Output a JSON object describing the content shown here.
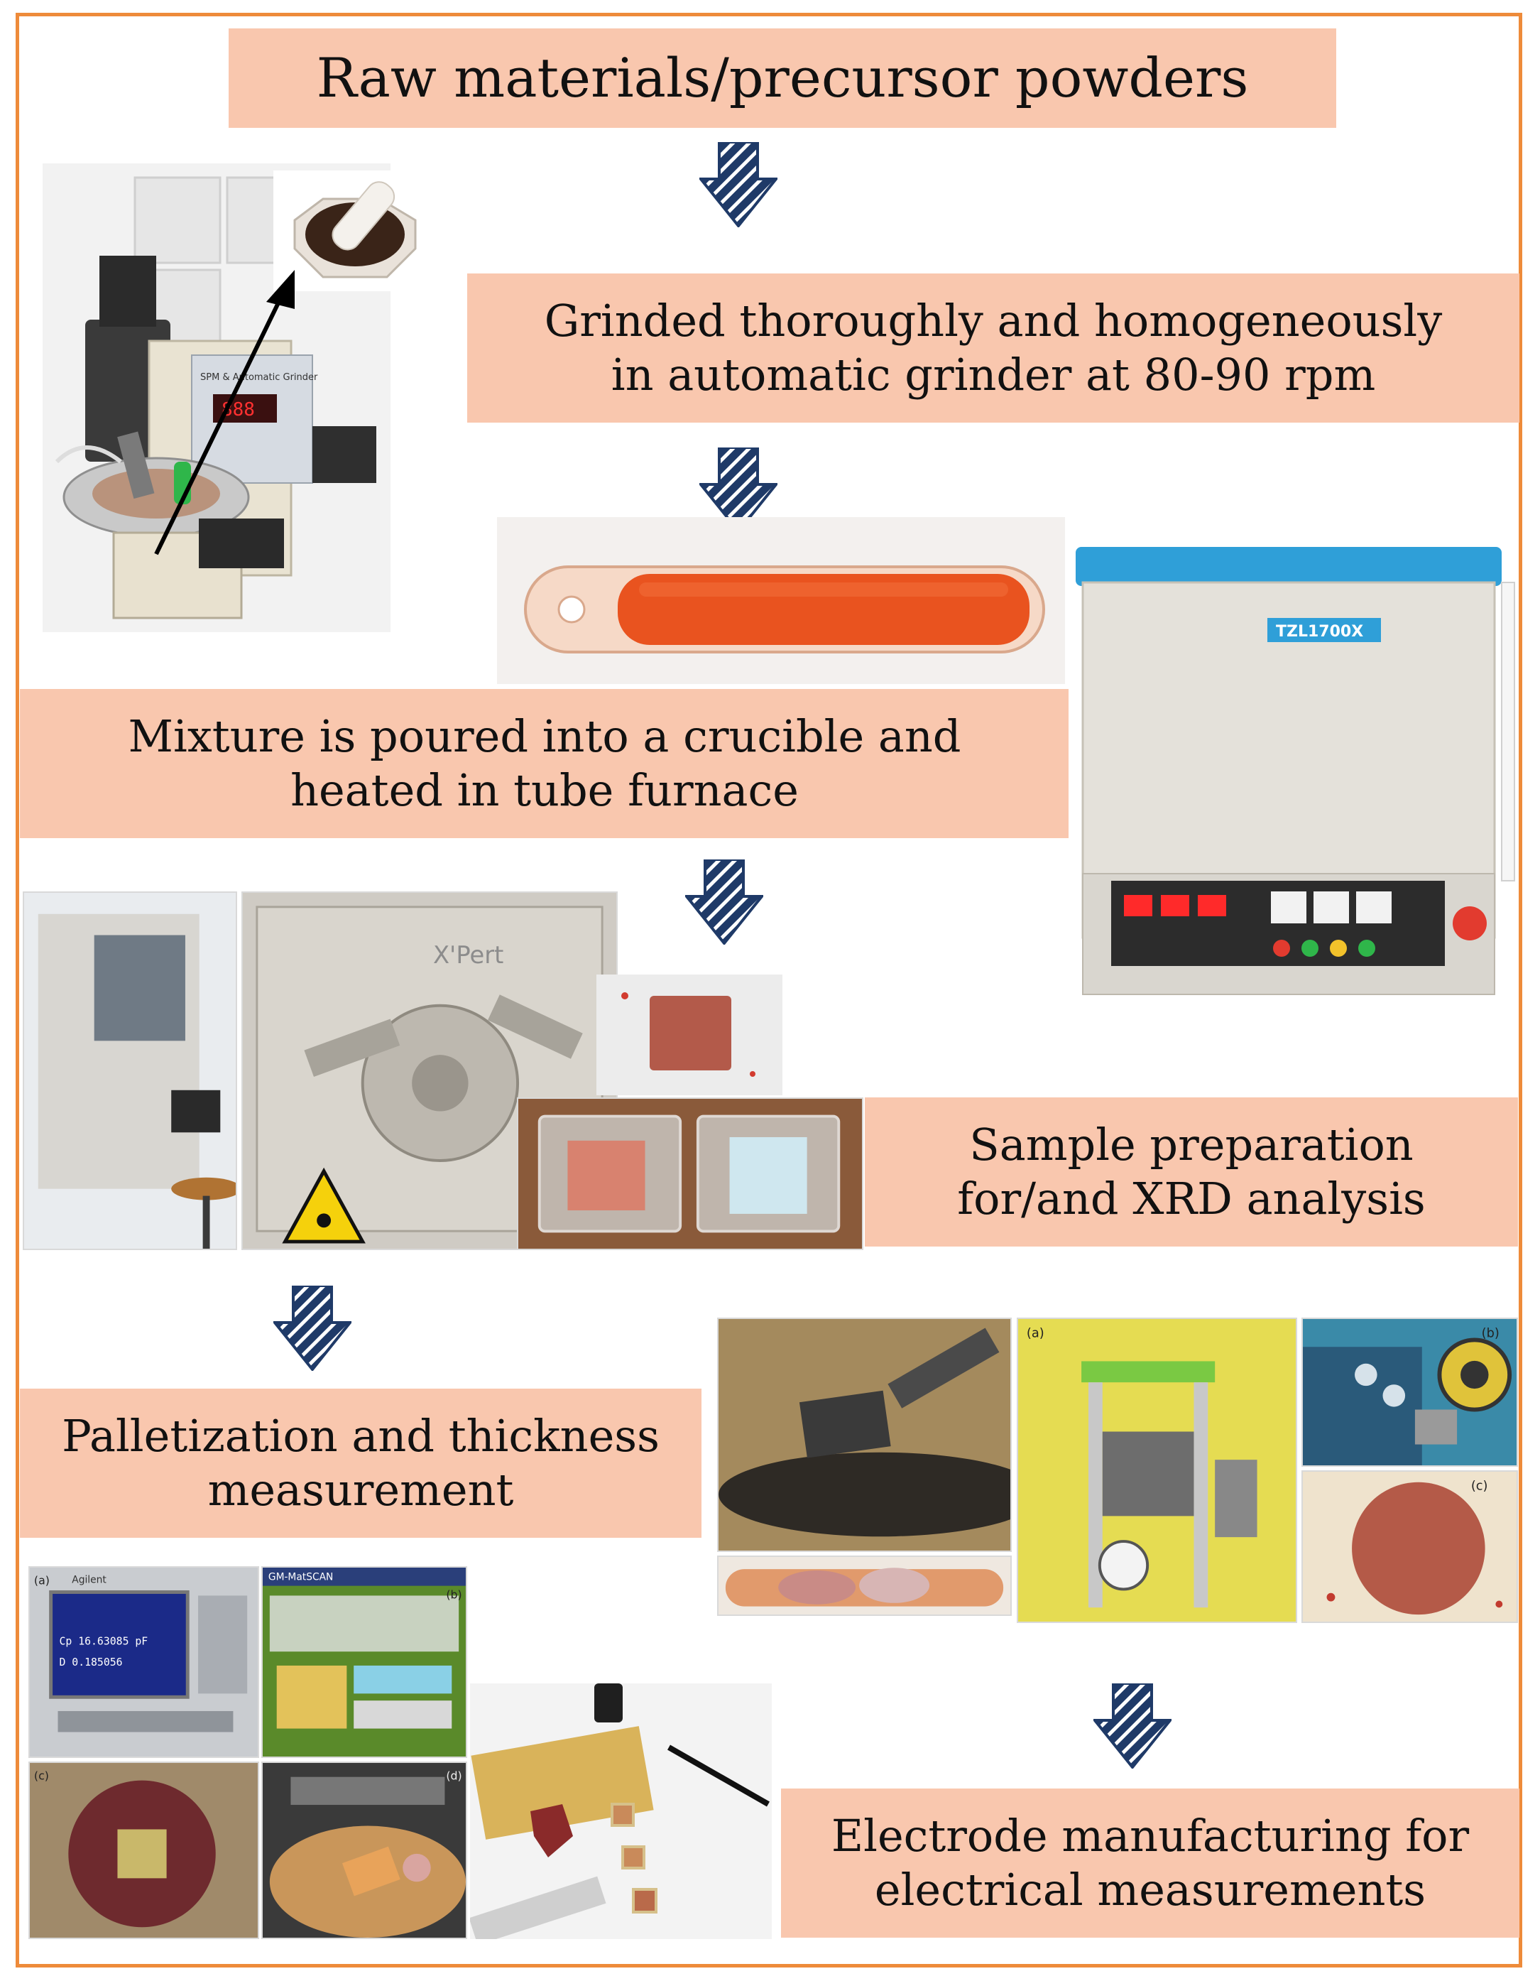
{
  "colors": {
    "frame_border": "#ee8b3a",
    "step_box_fill": "#f9c7ae",
    "arrow_fill": "#1f3a68",
    "text": "#111111"
  },
  "steps": [
    {
      "id": "raw-materials",
      "lines": [
        "Raw materials/precursor powders"
      ]
    },
    {
      "id": "grinding",
      "lines": [
        "Grinded thoroughly and  homogeneously",
        "in automatic grinder at 80-90 rpm"
      ]
    },
    {
      "id": "heating",
      "lines": [
        "Mixture is poured into a crucible and",
        "heated in tube furnace"
      ]
    },
    {
      "id": "xrd",
      "lines": [
        "Sample preparation",
        "for/and XRD analysis"
      ]
    },
    {
      "id": "pelletization",
      "lines": [
        "Palletization and thickness",
        "measurement"
      ]
    },
    {
      "id": "electrode",
      "lines": [
        "Electrode manufacturing for",
        "electrical measurements"
      ]
    }
  ],
  "photo_labels": {
    "grinder_device": "SPM & Automatic Grinder",
    "furnace_model": "TZL1700X",
    "xrd_brand": "X'Pert",
    "meter_brand": "Agilent",
    "meter_cp": "Cp   16.63085 pF",
    "meter_d": "D    0.185056",
    "software_title": "GM-MatSCAN",
    "panels_top": [
      "(a)",
      "(b)",
      "(c)"
    ],
    "panels_bottom": [
      "(a)",
      "(b)",
      "(c)",
      "(d)"
    ]
  },
  "icons": {
    "arrow": "hatched-down-arrow-icon",
    "pointer": "black-pointer-arrow-icon"
  }
}
